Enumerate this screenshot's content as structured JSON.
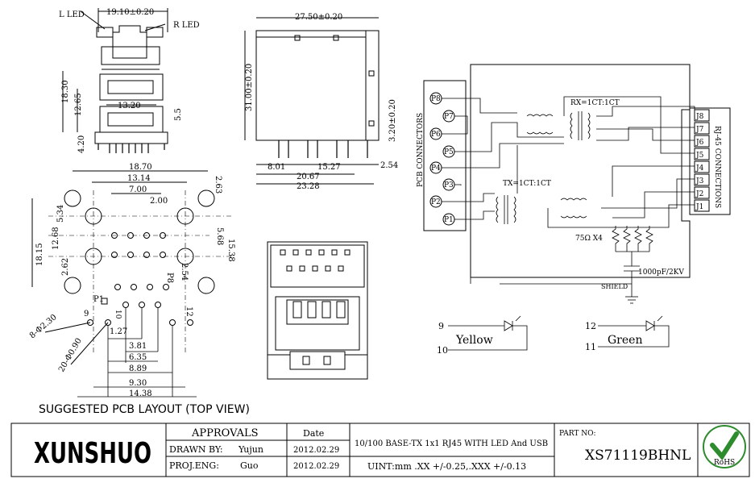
{
  "drawing": {
    "front_view": {
      "l_led": "L LED",
      "r_led": "R LED",
      "width_top": "19.10±0.20",
      "dim_1830": "18.30",
      "dim_1265": "12.65",
      "dim_1320": "13.20",
      "dim_55": "5.5",
      "dim_420": "4.20"
    },
    "side_view": {
      "width": "27.50±0.20",
      "height": "31.00±0.20",
      "pin_len": "3.20±0.20",
      "d_801": "8.01",
      "d_1527": "15.27",
      "d_254": "2.54",
      "d_2067": "20.67",
      "d_2328": "23.28"
    },
    "pcb_layout": {
      "caption": "SUGGESTED PCB LAYOUT (TOP VIEW)",
      "d_1870": "18.70",
      "d_1314": "13.14",
      "d_700": "7.00",
      "d_200": "2.00",
      "d_263": "2.63",
      "d_534": "5.34",
      "d_1268": "12.68",
      "d_1815": "18.15",
      "d_262": "2.62",
      "d_568": "5.68",
      "d_1538": "15.38",
      "d_254": "2.54",
      "d_127": "1.27",
      "d_381": "3.81",
      "d_635": "6.35",
      "d_889": "8.89",
      "d_930": "9.30",
      "d_1438": "14.38",
      "p1": "P1",
      "p8": "P8",
      "n9": "9",
      "n12": "12",
      "hole_a": "8-Φ2.30",
      "hole_b": "20-Φ0.90",
      "n10": "10"
    },
    "schematic": {
      "pcb_connectors": "PCB CONNECTORS",
      "rj45_connections": "RJ-45 CONNECTIONS",
      "rx": "RX=1CT:1CT",
      "tx": "TX=1CT:1CT",
      "res": "75Ω X4",
      "cap": "1000pF/2KV",
      "shield": "SHIELD",
      "pins_p": [
        "P8",
        "P7",
        "P6",
        "P5",
        "P4",
        "P3",
        "P2",
        "P1"
      ],
      "pins_j": [
        "J8",
        "J7",
        "J6",
        "J5",
        "J4",
        "J3",
        "J2",
        "J1"
      ],
      "led_yellow": "Yellow",
      "led_green": "Green",
      "y_pin_a": "9",
      "y_pin_b": "10",
      "g_pin_a": "12",
      "g_pin_b": "11"
    }
  },
  "title_block": {
    "logo": "XUNSHUO",
    "approvals": "APPROVALS",
    "date_header": "Date",
    "drawn_by_label": "DRAWN BY:",
    "drawn_by": "Yujun",
    "drawn_date": "2012.02.29",
    "proj_eng_label": "PROJ.ENG:",
    "proj_eng": "Guo",
    "proj_date": "2012.02.29",
    "description": "10/100 BASE-TX 1x1 RJ45 WITH LED And USB",
    "unit": "UINT:mm .XX +/-0.25,.XXX +/-0.13",
    "part_no_label": "PART NO:",
    "part_no": "XS71119BHNL",
    "rohs": "RoHS",
    "brand_color": "#2b4fa8",
    "rohs_color": "#2e8b2e"
  }
}
